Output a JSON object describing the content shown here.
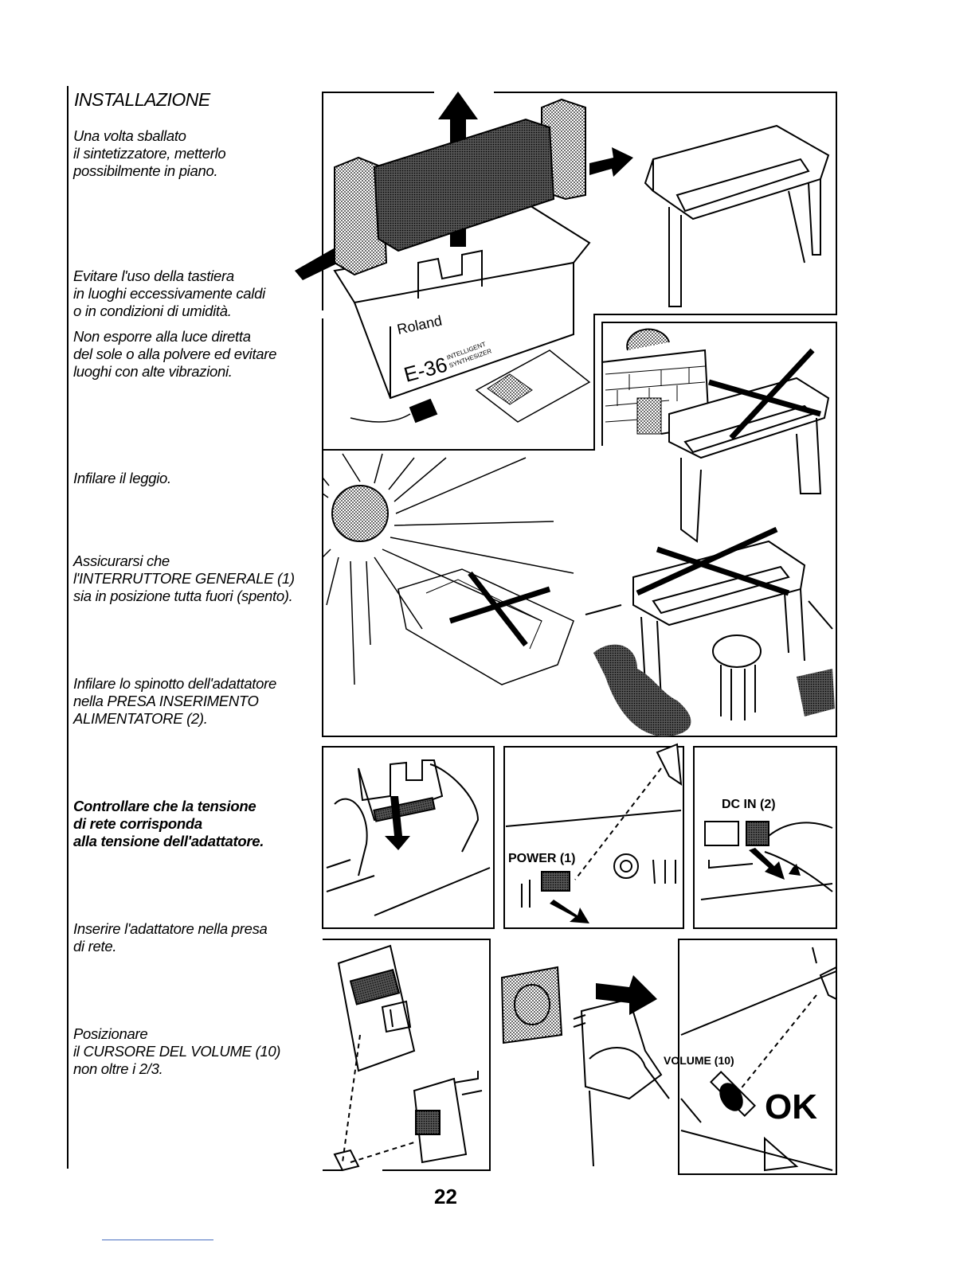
{
  "section_title": "INSTALLAZIONE",
  "paragraphs": [
    {
      "lines": [
        "Una volta sballato",
        "il sintetizzatore, metterlo",
        "possibilmente in piano."
      ]
    },
    {
      "lines": [
        "Evitare l'uso della tastiera",
        "in luoghi eccessivamente caldi",
        "o in condizioni di umidità."
      ]
    },
    {
      "lines": [
        "Non esporre alla luce diretta",
        "del sole o alla polvere ed evitare",
        "luoghi con alte vibrazioni."
      ]
    },
    {
      "lines": [
        "Infilare il leggio."
      ]
    },
    {
      "lines": [
        "Assicurarsi che",
        "l'INTERRUTTORE GENERALE (1)",
        "sia in posizione tutta fuori (spento)."
      ]
    },
    {
      "lines": [
        "Infilare lo spinotto dell'adattatore",
        "nella PRESA INSERIMENTO",
        "ALIMENTATORE (2)."
      ]
    },
    {
      "lines": [
        "Controllare che la tensione",
        "di rete corrisponda",
        "alla tensione dell'adattatore."
      ]
    },
    {
      "lines": [
        "Inserire l'adattatore nella presa",
        "di rete."
      ]
    },
    {
      "lines": [
        "Posizionare",
        "il CURSORE DEL VOLUME (10)",
        "non oltre i 2/3."
      ]
    }
  ],
  "illustration_labels": {
    "brand": "Roland",
    "model": "E-36",
    "model_sub_1": "INTELLIGENT",
    "model_sub_2": "SYNTHESIZER",
    "power": "POWER (1)",
    "dc_in": "DC IN (2)",
    "volume": "VOLUME (10)",
    "ok": "OK"
  },
  "page_number": "22"
}
